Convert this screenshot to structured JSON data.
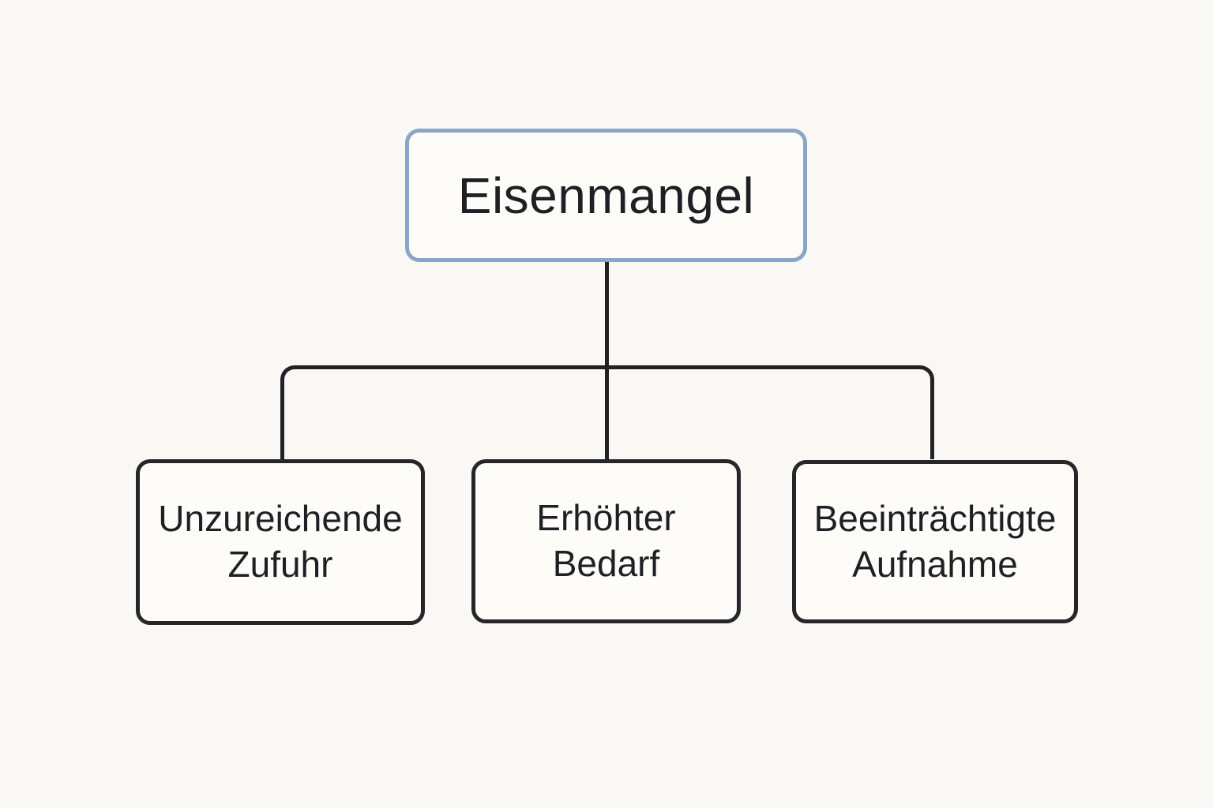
{
  "diagram": {
    "root": {
      "label": "Eisenmangel"
    },
    "children": [
      {
        "line1": "Unzureichende",
        "line2": "Zufuhr"
      },
      {
        "line1": "Erhöhter",
        "line2": "Bedarf"
      },
      {
        "line1": "Beeinträchtigte",
        "line2": "Aufnahme"
      }
    ],
    "colors": {
      "background": "#faf8f4",
      "node_fill": "#fdfcf9",
      "root_border": "#8ca4c6",
      "child_border": "#26262a",
      "connector": "#222226",
      "text": "#1f2024"
    }
  }
}
